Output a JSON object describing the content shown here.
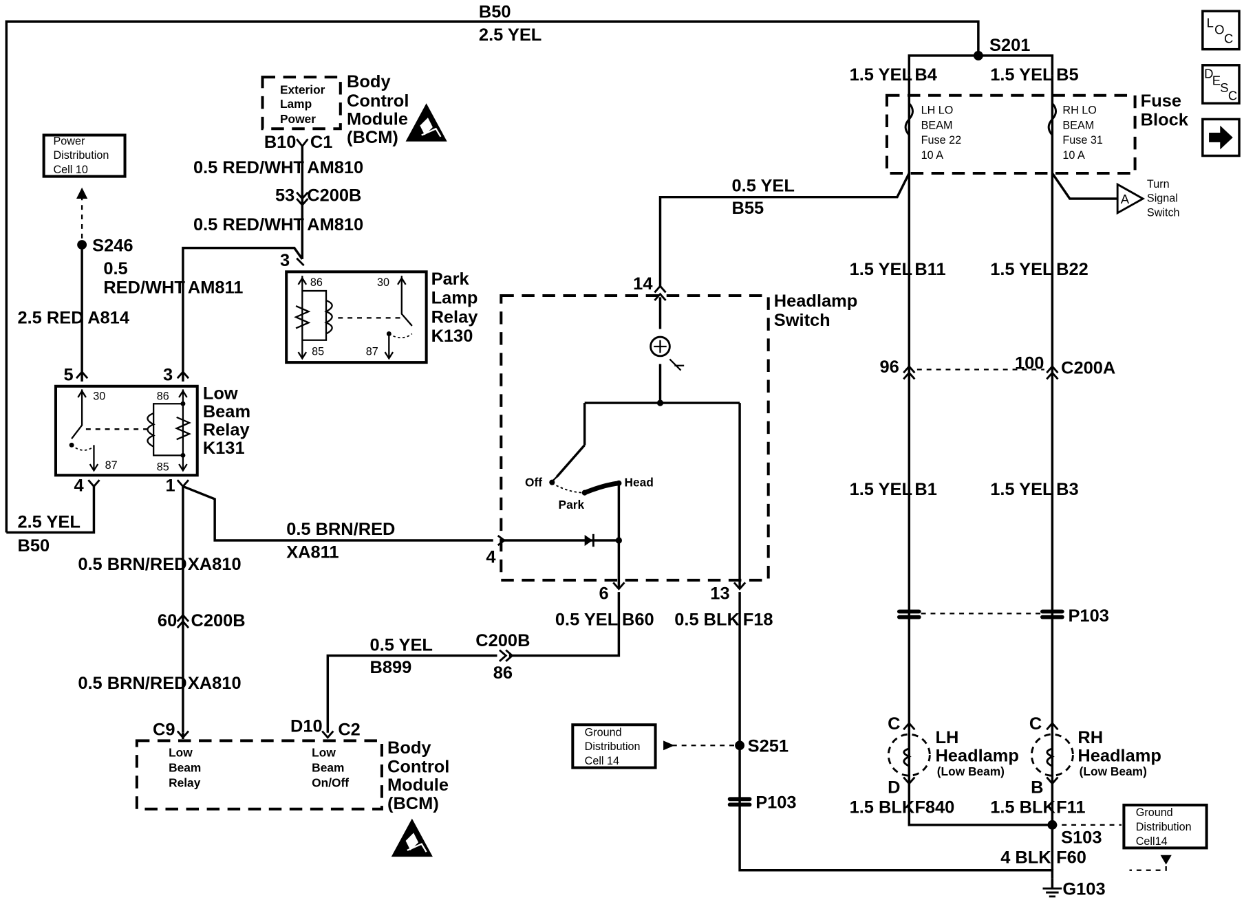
{
  "wires": {
    "top": {
      "id": "B50",
      "spec": "2.5 YEL"
    },
    "b4": {
      "spec": "1.5 YEL",
      "id": "B4"
    },
    "b5": {
      "spec": "1.5 YEL",
      "id": "B5"
    },
    "am810a": {
      "spec": "0.5 RED/WHT",
      "id": "AM810"
    },
    "am810b": {
      "spec": "0.5 RED/WHT",
      "id": "AM810"
    },
    "am811": {
      "gauge": "0.5",
      "color": "RED/WHT",
      "id": "AM811"
    },
    "a814": {
      "spec": "2.5 RED",
      "id": "A814"
    },
    "b55": {
      "spec": "0.5 YEL",
      "id": "B55"
    },
    "b11": {
      "spec": "1.5 YEL",
      "id": "B11"
    },
    "b22": {
      "spec": "1.5 YEL",
      "id": "B22"
    },
    "b1": {
      "spec": "1.5 YEL",
      "id": "B1"
    },
    "b3": {
      "spec": "1.5 YEL",
      "id": "B3"
    },
    "b50_lower": {
      "spec": "2.5 YEL",
      "id": "B50"
    },
    "xa811": {
      "spec": "0.5 BRN/RED",
      "id": "XA811"
    },
    "xa810a": {
      "spec": "0.5 BRN/RED",
      "id": "XA810"
    },
    "xa810b": {
      "spec": "0.5 BRN/RED",
      "id": "XA810"
    },
    "b60": {
      "spec": "0.5 YEL",
      "id": "B60"
    },
    "f18": {
      "spec": "0.5 BLK",
      "id": "F18"
    },
    "b899": {
      "spec": "0.5 YEL",
      "id": "B899"
    },
    "f840": {
      "spec": "1.5 BLK",
      "id": "F840"
    },
    "f11": {
      "spec": "1.5 BLK",
      "id": "F11"
    },
    "f60": {
      "spec": "4 BLK",
      "id": "F60"
    }
  },
  "splices": {
    "s201": "S201",
    "s246": "S246",
    "s251": "S251",
    "s103": "S103",
    "p103_left": "P103",
    "p103_right": "P103",
    "g103": "G103"
  },
  "connectors": {
    "c200b_53": {
      "pin": "53",
      "name": "C200B"
    },
    "c200b_60": {
      "pin": "60",
      "name": "C200B"
    },
    "c200b_86": {
      "pin": "86",
      "name": "C200B"
    },
    "c200a": {
      "pin_left": "96",
      "pin_right": "100",
      "name": "C200A"
    },
    "bcm_top_b10": "B10",
    "bcm_top_c1": "C1",
    "bcm_bot_c9": "C9",
    "bcm_bot_d10": "D10",
    "bcm_bot_c2": "C2",
    "park_relay_3": "3",
    "low_relay_5": "5",
    "low_relay_3": "3",
    "low_relay_4": "4",
    "low_relay_1": "1",
    "hs_14": "14",
    "hs_4": "4",
    "hs_6": "6",
    "hs_13": "13",
    "lh_c": "C",
    "lh_d": "D",
    "rh_c": "C",
    "rh_b": "B"
  },
  "components": {
    "bcm_top": {
      "inner": [
        "Exterior",
        "Lamp",
        "Power"
      ],
      "name": [
        "Body",
        "Control",
        "Module",
        "(BCM)"
      ]
    },
    "bcm_bottom": {
      "left_inner": [
        "Low",
        "Beam",
        "Relay"
      ],
      "right_inner": [
        "Low",
        "Beam",
        "On/Off"
      ],
      "name": [
        "Body",
        "Control",
        "Module",
        "(BCM)"
      ]
    },
    "power_dist": [
      "Power",
      "Distribution",
      "Cell 10"
    ],
    "park_relay": {
      "name": [
        "Park",
        "Lamp",
        "Relay",
        "K130"
      ],
      "pins": {
        "p86": "86",
        "p30": "30",
        "p85": "85",
        "p87": "87"
      }
    },
    "low_relay": {
      "name": [
        "Low",
        "Beam",
        "Relay",
        "K131"
      ],
      "pins": {
        "p30": "30",
        "p86": "86",
        "p87": "87",
        "p85": "85"
      }
    },
    "fuse_block": {
      "name": [
        "Fuse",
        "Block"
      ],
      "lh": [
        "LH LO",
        "BEAM",
        "Fuse 22",
        "10 A"
      ],
      "rh": [
        "RH LO",
        "BEAM",
        "Fuse 31",
        "10 A"
      ]
    },
    "turn_signal": {
      "ref": "A",
      "name": [
        "Turn",
        "Signal",
        "Switch"
      ]
    },
    "headlamp_switch": {
      "name": [
        "Headlamp",
        "Switch"
      ],
      "off": "Off",
      "park": "Park",
      "head": "Head"
    },
    "ground_dist_left": [
      "Ground",
      "Distribution",
      "Cell 14"
    ],
    "ground_dist_right": [
      "Ground",
      "Distribution",
      "Cell14"
    ],
    "lh_headlamp": {
      "name": [
        "LH",
        "Headlamp"
      ],
      "sub": "(Low Beam)"
    },
    "rh_headlamp": {
      "name": [
        "RH",
        "Headlamp"
      ],
      "sub": "(Low Beam)"
    }
  },
  "nav": {
    "loc": {
      "l": "L",
      "o": "O",
      "c": "C"
    },
    "desc": {
      "d": "D",
      "e": "E",
      "s": "S",
      "c": "C"
    }
  }
}
